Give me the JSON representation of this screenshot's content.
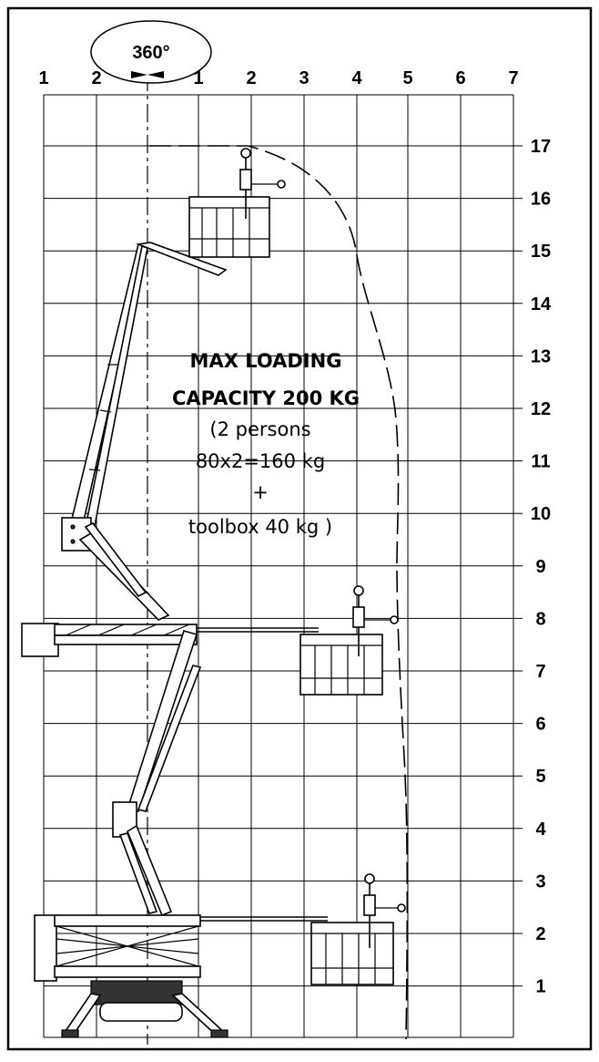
{
  "rotation": {
    "label": "360°"
  },
  "left_scale": [
    "1",
    "2"
  ],
  "right_scale": [
    "1",
    "2",
    "3",
    "4",
    "5",
    "6",
    "7"
  ],
  "height_scale": [
    "17",
    "16",
    "15",
    "14",
    "13",
    "12",
    "11",
    "10",
    "9",
    "8",
    "7",
    "6",
    "5",
    "4",
    "3",
    "2",
    "1"
  ],
  "capacity": {
    "line1": "MAX LOADING",
    "line2": "CAPACITY 200 KG",
    "line3": "(2 persons",
    "line4": "80x2=160 kg",
    "line5": "+",
    "line6": "toolbox 40 kg )"
  }
}
